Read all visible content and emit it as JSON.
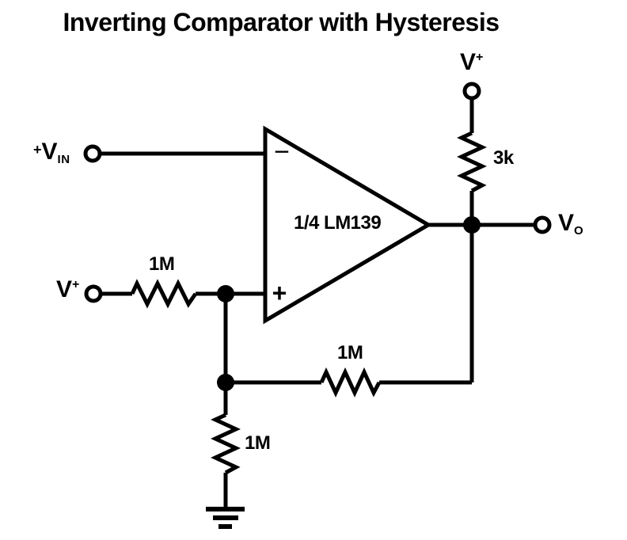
{
  "title": "Inverting Comparator with Hysteresis",
  "comparator": {
    "part_label": "1/4 LM139",
    "inverting_symbol": "−",
    "noninverting_symbol": "+"
  },
  "terminals": {
    "vin": {
      "prefix": "+",
      "main": "V",
      "sub": "IN"
    },
    "vplus_left": {
      "main": "V",
      "sup": "+"
    },
    "vplus_top": {
      "main": "V",
      "sup": "+"
    },
    "vout": {
      "main": "V",
      "sub": "O"
    }
  },
  "resistors": {
    "pullup": {
      "value": "3k"
    },
    "input": {
      "value": "1M"
    },
    "feedback": {
      "value": "1M"
    },
    "ground": {
      "value": "1M"
    }
  },
  "colors": {
    "ink": "#000000",
    "background": "#ffffff"
  }
}
